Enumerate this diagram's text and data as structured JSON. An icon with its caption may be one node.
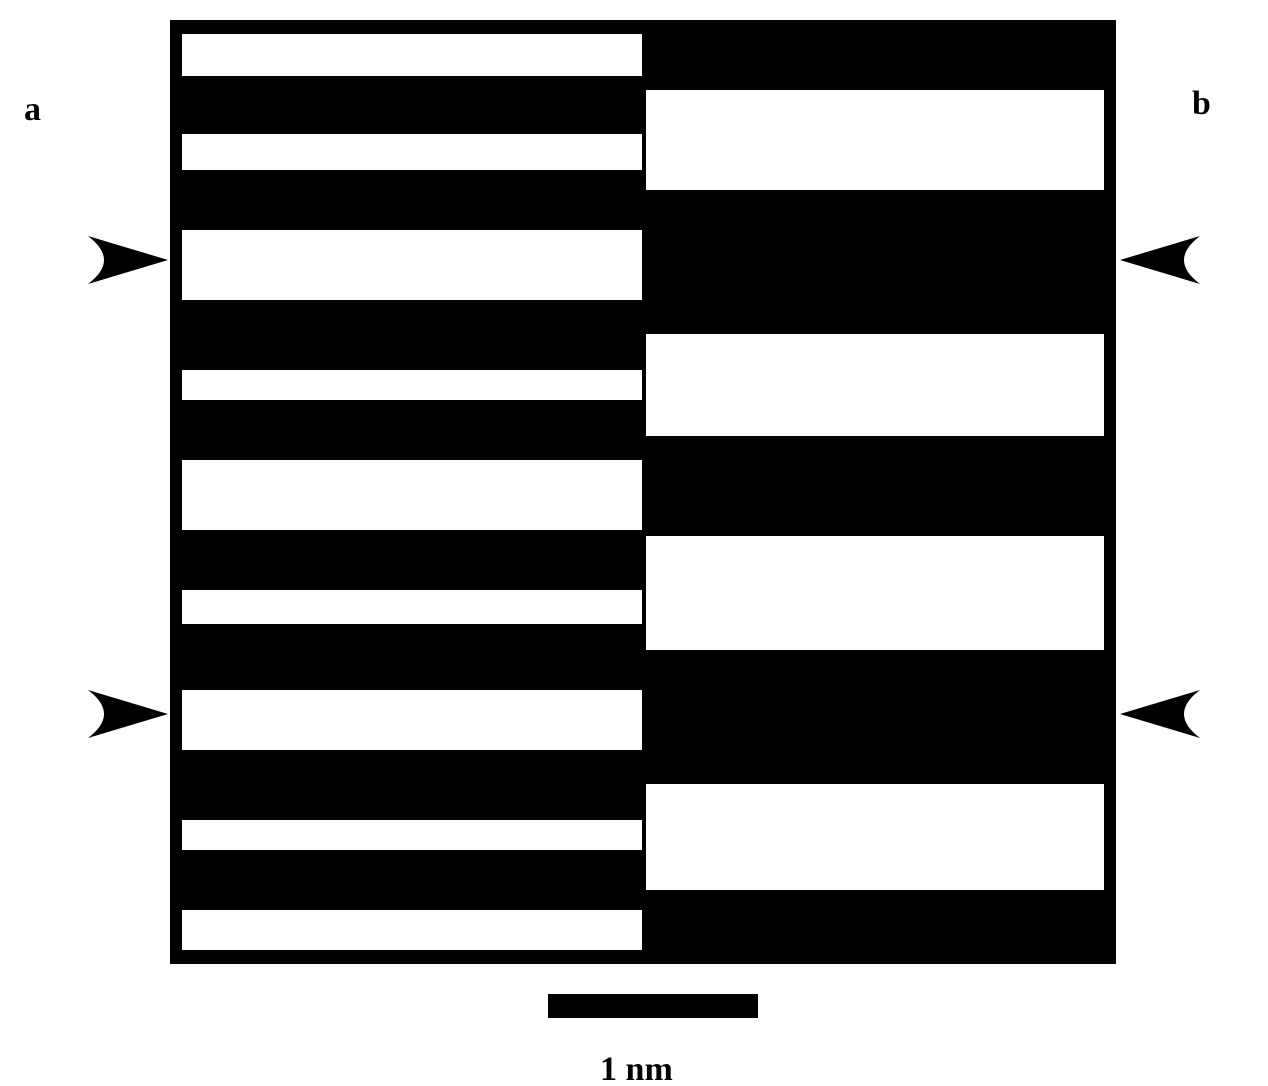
{
  "diagram": {
    "labels": [
      "a",
      "b",
      "1 nm"
    ]
  }
}
